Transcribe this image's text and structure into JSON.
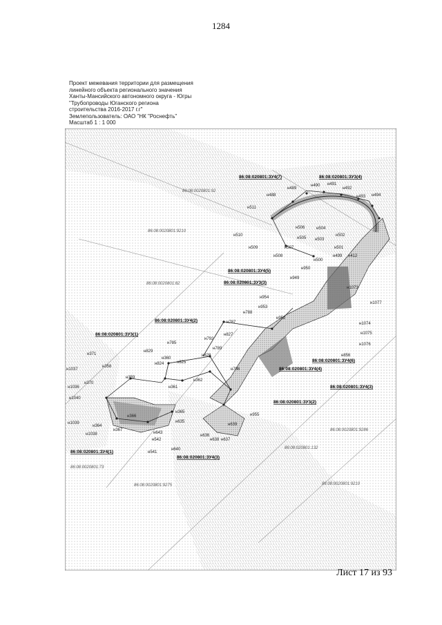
{
  "page_number": "1284",
  "title_lines": [
    "Проект межевания территории для размещения",
    "линейного объекта регионального значения",
    "Ханты-Мансийского автономного округа - Югры",
    "\"Трубопроводы Юганского региона",
    "строительства 2016-2017 г.г\"",
    "Землепользователь: ОАО \"НК \"Роснефть\"",
    "Масштаб 1 : 1 000"
  ],
  "parcels": [
    "86:08:020801:ЗУ4(7)",
    "86:08:020801:ЗУ3(4)",
    "86:08:020801:ЗУ4(5)",
    "86:08:020801:ЗУ3(3)",
    "86:08:020801:ЗУ4(2)",
    "86:08:020801:ЗУ3(1)",
    "86:08:020801:ЗУ4(6)",
    "86:08:020801:ЗУ4(4)",
    "86:08:020801:ЗУ4(3)",
    "86:08:020801:ЗУ3(2)",
    "86:08:020801:ЗУ4(1)",
    "86:08:020801:ЗУ4(3)"
  ],
  "quarters": [
    "86:08:0020801:92",
    "86:08:0020801:9210",
    "86:08:0020801:82",
    "86:08:0020801:9286",
    "86:08:020801:132",
    "86:08:0020801:73",
    "86:08:0020801:9275",
    "86:08:0020801:9210"
  ],
  "points": [
    "н489",
    "н490",
    "н491",
    "н492",
    "н493",
    "н494",
    "н488",
    "н511",
    "н506",
    "н505",
    "н504",
    "н503",
    "н502",
    "н501",
    "н510",
    "н509",
    "н508",
    "н507",
    "н500",
    "н499",
    "н412",
    "н1073",
    "н1074",
    "н1075",
    "н1076",
    "н1077",
    "н950",
    "н949",
    "н954",
    "н953",
    "н952",
    "н787",
    "н788",
    "н827",
    "н792",
    "н785",
    "н789",
    "н829",
    "н828",
    "н786",
    "н824",
    "н360",
    "н825",
    "н362",
    "н358",
    "н359",
    "н361",
    "н370",
    "н371",
    "н1037",
    "н1036",
    "н1040",
    "н1039",
    "н365",
    "н366",
    "н364",
    "н367",
    "н635",
    "н639",
    "н636",
    "н637",
    "н638",
    "н643",
    "н542",
    "н541",
    "н640",
    "н1038",
    "н856",
    "н955"
  ],
  "footer": "Лист 17 из 93"
}
